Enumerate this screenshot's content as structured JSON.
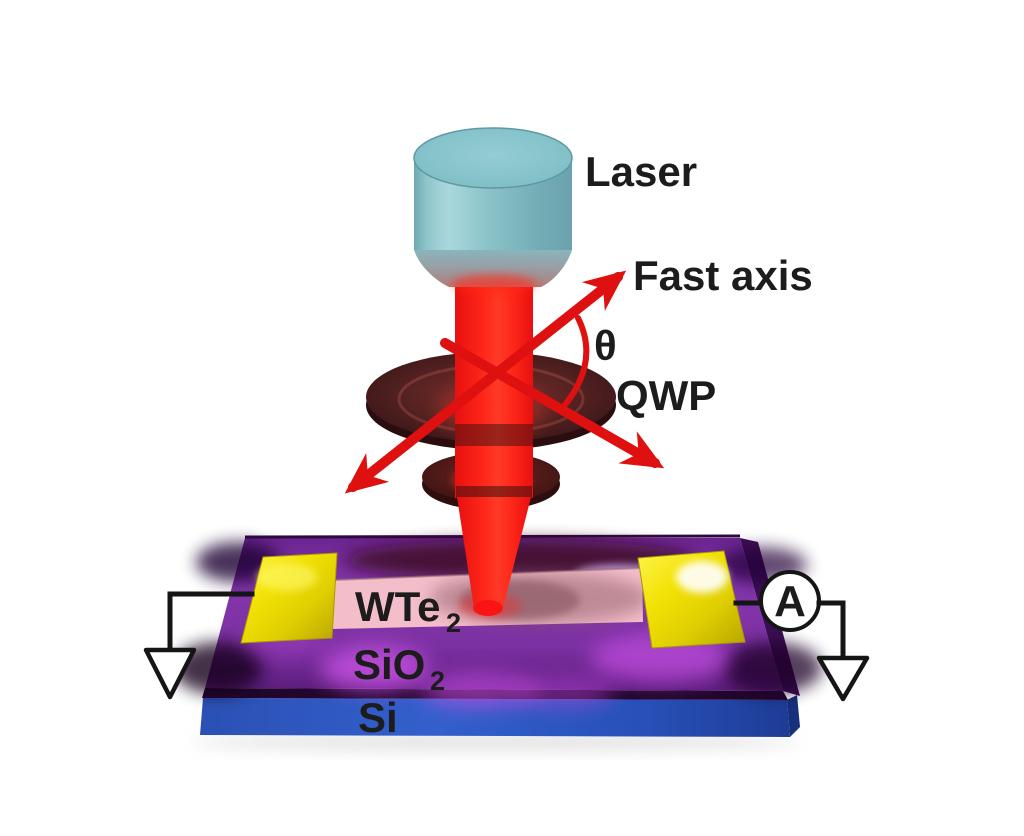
{
  "figure": {
    "labels": {
      "laser": "Laser",
      "fast_axis": "Fast axis",
      "theta": "θ",
      "qwp": "QWP",
      "sample_layer_top_main": "WTe",
      "sample_layer_top_sub": "2",
      "sample_layer_mid_main": "SiO",
      "sample_layer_mid_sub": "2",
      "sample_layer_bottom": "Si",
      "ammeter": "A"
    },
    "colors": {
      "background": "#ffffff",
      "beam_red": "#fa1414",
      "arrow_red": "#de1010",
      "laser_teal": "#8cc4ca",
      "qwp_maroon": "#4f1f1f",
      "sio2_purple": "#8436ac",
      "magenta_glow": "#d558f0",
      "si_blue": "#2c55c0",
      "electrode_yellow": "#f2e205",
      "wte2_pink": "#f3bdc9",
      "wire_black": "#151515",
      "text_black": "#1c1c1c"
    }
  }
}
